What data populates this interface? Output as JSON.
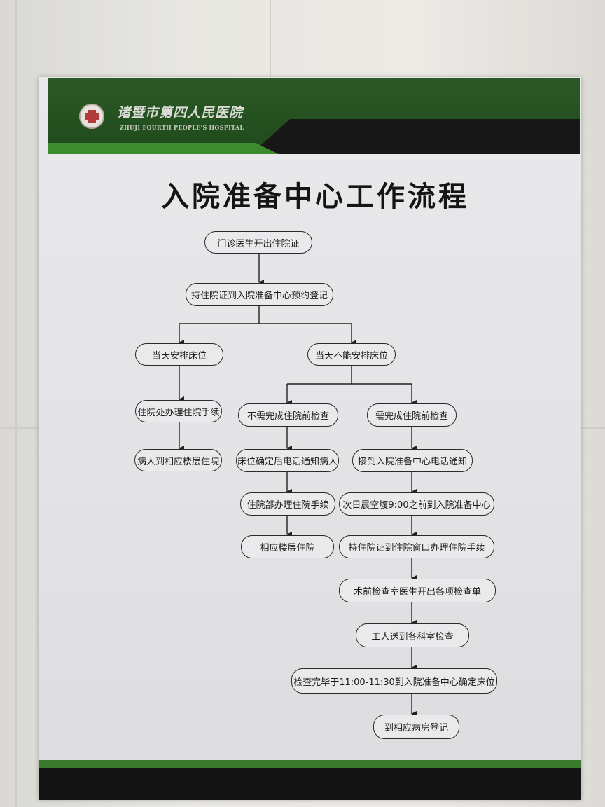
{
  "header": {
    "hospital_name": "诸暨市第四人民医院",
    "hospital_name_en": "ZHUJI FOURTH PEOPLE'S HOSPITAL"
  },
  "title": "入院准备中心工作流程",
  "nodes": [
    "门诊医生开出住院证",
    "持住院证到入院准备中心预约登记",
    "当天安排床位",
    "当天不能安排床位",
    "住院处办理住院手续",
    "病人到相应楼层住院",
    "不需完成住院前检查",
    "需完成住院前检查",
    "床位确定后电话通知病人",
    "接到入院准备中心电话通知",
    "住院部办理住院手续",
    "次日晨空腹9:00之前到入院准备中心",
    "相应楼层住院",
    "持住院证到住院窗口办理住院手续",
    "术前检查室医生开出各项检查单",
    "工人送到各科室检查",
    "检查完毕于11:00-11:30到入院准备中心确定床位",
    "到相应病房登记"
  ]
}
